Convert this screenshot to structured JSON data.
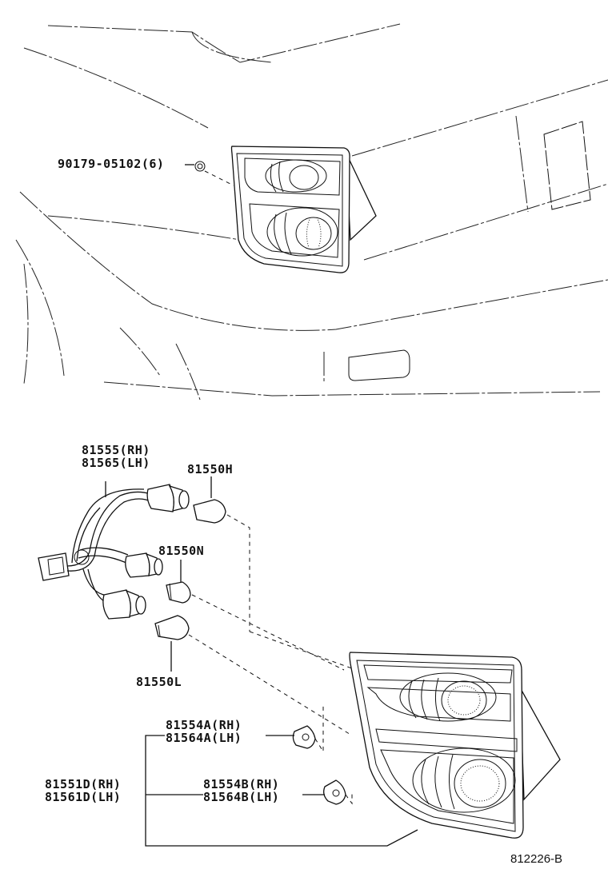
{
  "labels": {
    "nut": "90179-05102(6)",
    "socket_rh": "81555(RH)",
    "socket_lh": "81565(LH)",
    "bulb_h": "81550H",
    "bulb_n": "81550N",
    "bulb_l": "81550L",
    "gasket_a_rh": "81554A(RH)",
    "gasket_a_lh": "81564A(LH)",
    "lens_rh": "81551D(RH)",
    "lens_lh": "81561D(LH)",
    "gasket_b_rh": "81554B(RH)",
    "gasket_b_lh": "81564B(LH)"
  },
  "diagram_code": "812226-B"
}
